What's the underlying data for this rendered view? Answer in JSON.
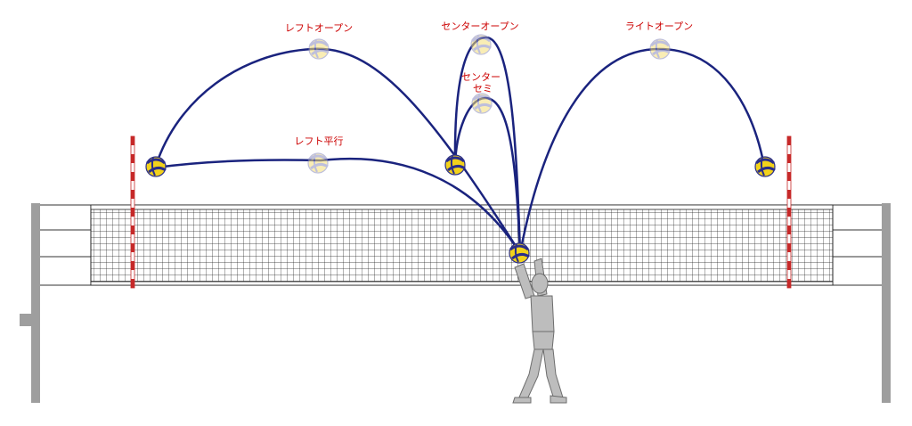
{
  "labels": {
    "left_open": "レフトオープン",
    "center_open": "センターオープン",
    "center_semi_line1": "センター",
    "center_semi_line2": "セミ",
    "right_open": "ライトオープン",
    "left_quick": "レフト平行"
  },
  "colors": {
    "label": "#cc0000",
    "trajectory": "#1a237e",
    "ball_yellow": "#f2d21b",
    "ball_blue": "#2a2e8a",
    "net_post": "#9e9e9e",
    "net_mesh": "#222222",
    "antenna_red": "#c62828",
    "player": "#bdbdbd"
  },
  "icons": {
    "ball": "volleyball-icon",
    "player": "setter-figure-icon"
  }
}
